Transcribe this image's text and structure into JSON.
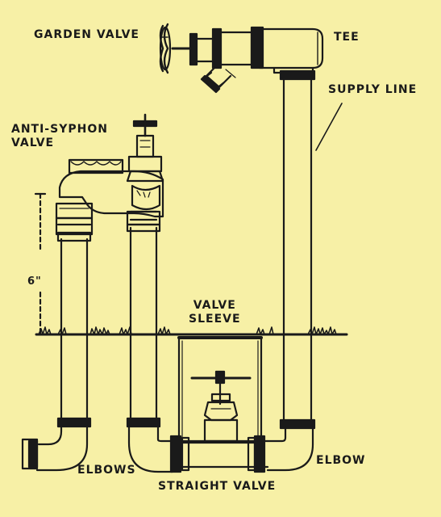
{
  "colors": {
    "background": "#f7f0a6",
    "ink": "#1a1a1a",
    "grass": "#2a2a2a"
  },
  "labels": {
    "garden_valve": "GARDEN VALVE",
    "tee": "TEE",
    "supply_line": "SUPPLY LINE",
    "anti_syphon_line1": "ANTI-SYPHON",
    "anti_syphon_line2": "VALVE",
    "height_marker": "6\"",
    "valve_sleeve_line1": "VALVE",
    "valve_sleeve_line2": "SLEEVE",
    "elbows": "ELBOWS",
    "straight_valve": "STRAIGHT VALVE",
    "elbow": "ELBOW"
  }
}
